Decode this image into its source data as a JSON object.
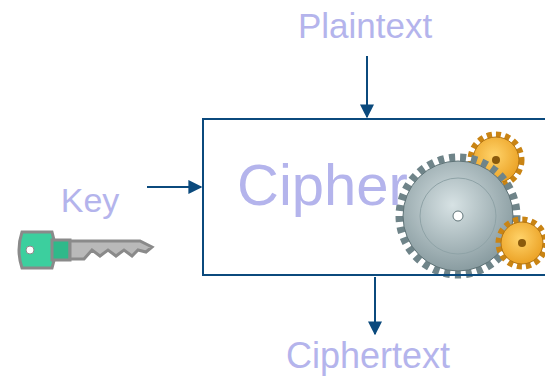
{
  "diagram": {
    "nodes": [
      {
        "text": [
          "Cipher"
        ]
      }
    ],
    "labels": [
      "Plaintext",
      "Key",
      "Ciphertext"
    ]
  }
}
